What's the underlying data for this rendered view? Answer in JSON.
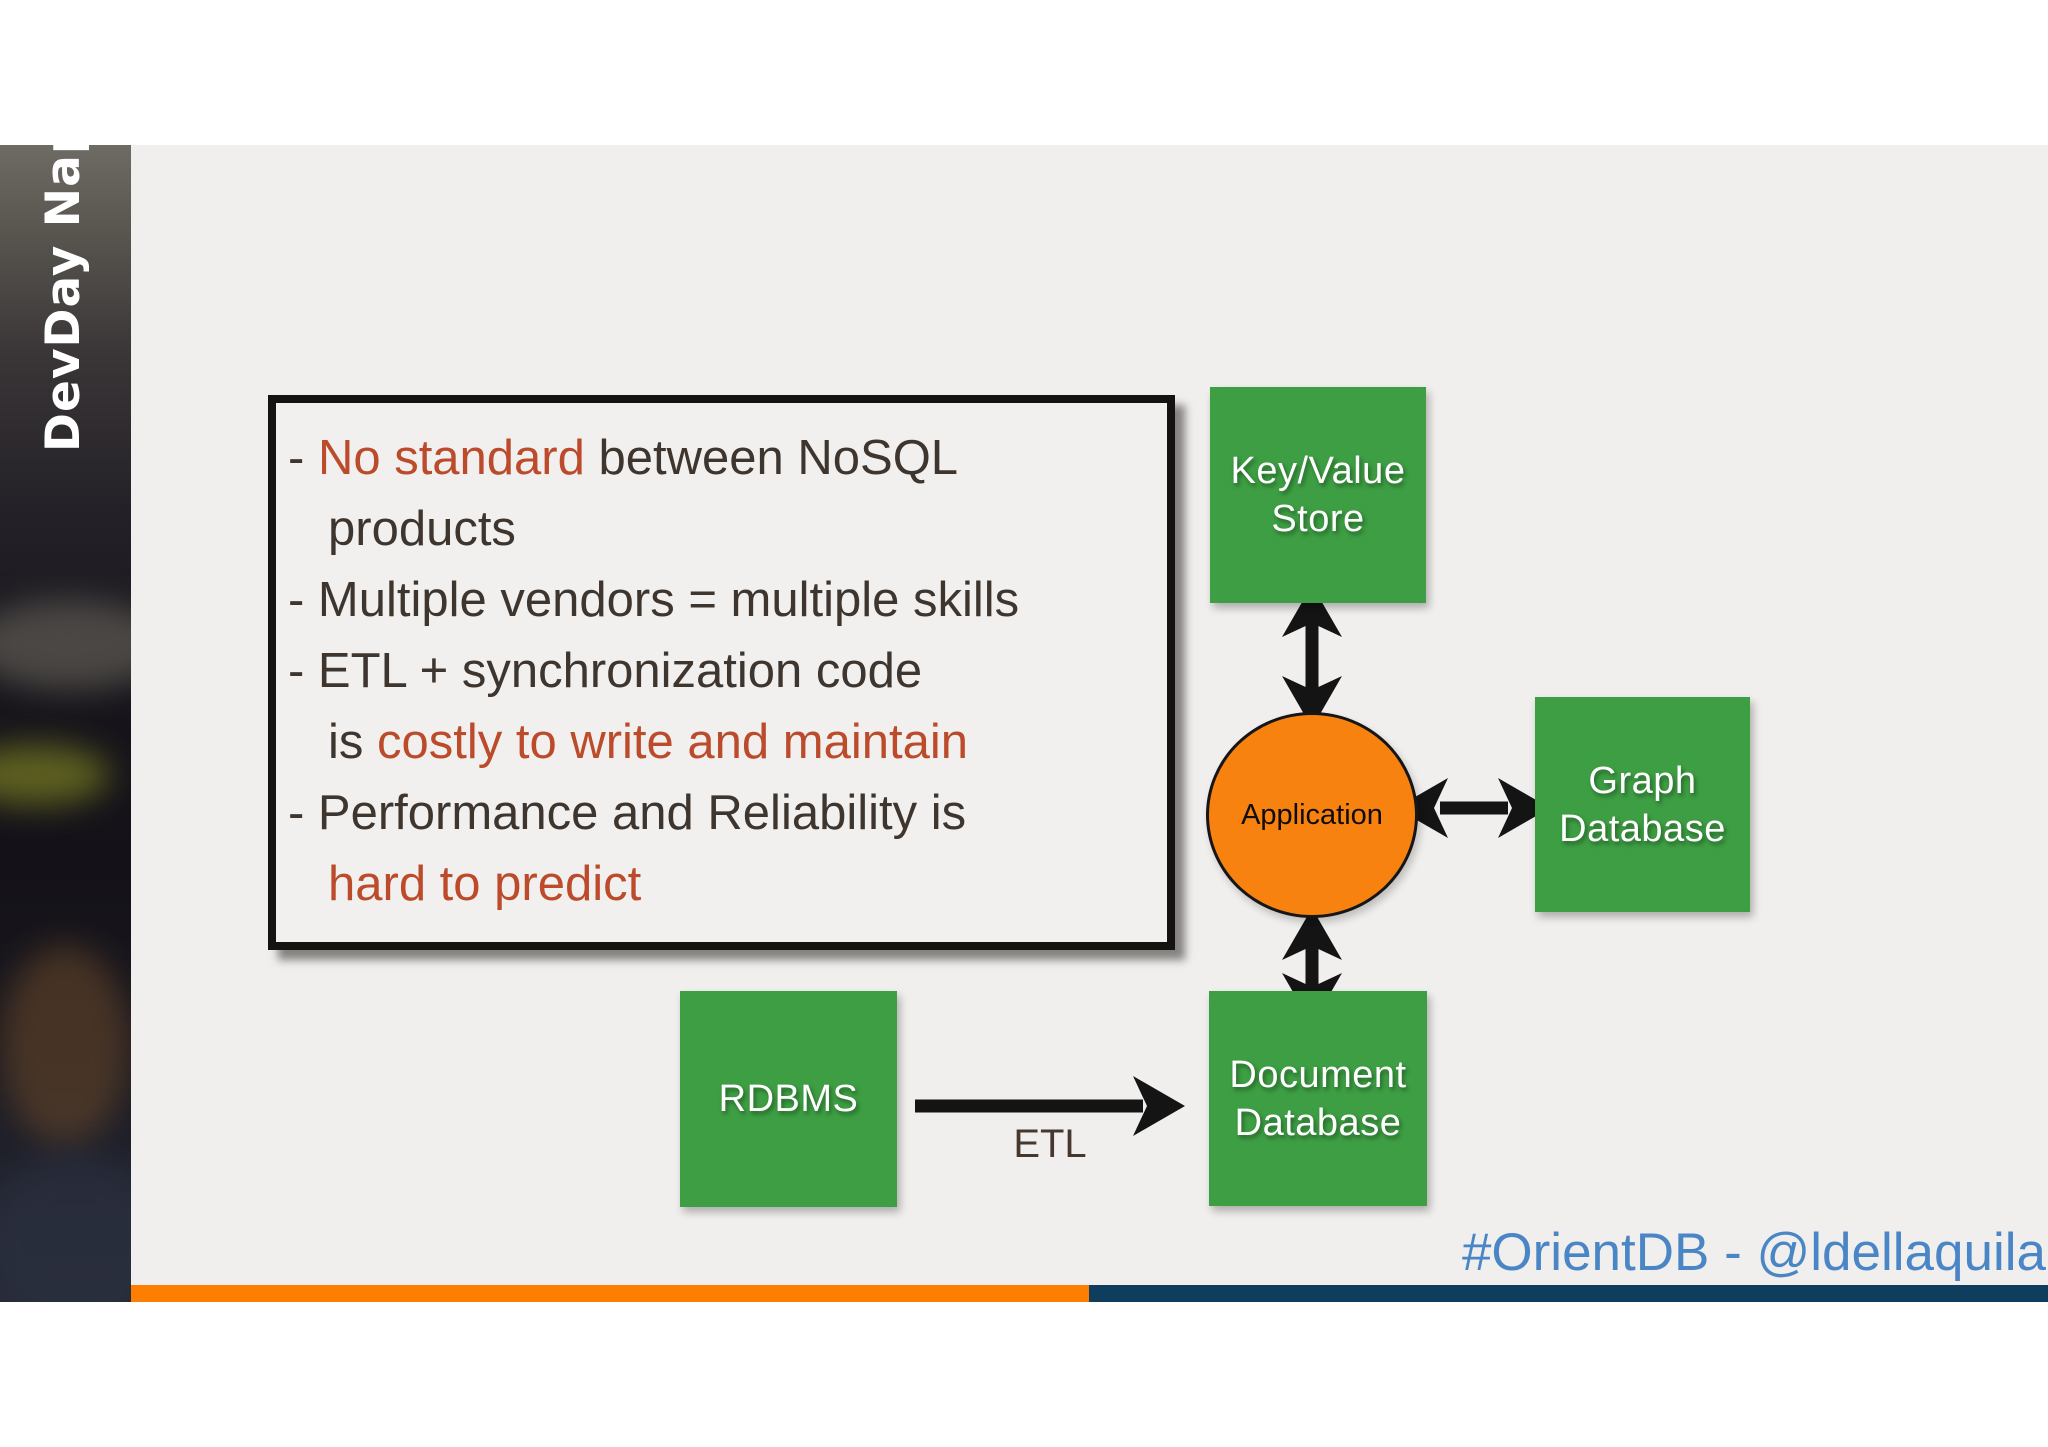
{
  "sidebar": {
    "label": "DevDay Napoli"
  },
  "note_box": {
    "lines": [
      {
        "indent": false,
        "segments": [
          {
            "text": "- ",
            "em": false
          },
          {
            "text": "No standard",
            "em": true
          },
          {
            "text": " between NoSQL",
            "em": false
          }
        ]
      },
      {
        "indent": true,
        "segments": [
          {
            "text": "products",
            "em": false
          }
        ]
      },
      {
        "indent": false,
        "segments": [
          {
            "text": "- Multiple vendors = multiple skills",
            "em": false
          }
        ]
      },
      {
        "indent": false,
        "segments": [
          {
            "text": "- ETL + synchronization code",
            "em": false
          }
        ]
      },
      {
        "indent": true,
        "segments": [
          {
            "text": "is ",
            "em": false
          },
          {
            "text": "costly to write and maintain",
            "em": true
          }
        ]
      },
      {
        "indent": false,
        "segments": [
          {
            "text": "- Performance and Reliability is",
            "em": false
          }
        ]
      },
      {
        "indent": true,
        "segments": [
          {
            "text": "hard to predict",
            "em": true
          }
        ]
      }
    ]
  },
  "diagram": {
    "nodes": {
      "key_value": {
        "label": "Key/Value\nStore"
      },
      "graph": {
        "label": "Graph\nDatabase"
      },
      "document": {
        "label": "Document\nDatabase"
      },
      "rdbms": {
        "label": "RDBMS"
      },
      "application": {
        "label": "Application"
      }
    },
    "edges": [
      {
        "from": "application",
        "to": "key_value",
        "bidirectional": true
      },
      {
        "from": "application",
        "to": "graph",
        "bidirectional": true
      },
      {
        "from": "application",
        "to": "document",
        "bidirectional": true
      },
      {
        "from": "rdbms",
        "to": "document",
        "bidirectional": false,
        "label": "ETL"
      }
    ],
    "edge_label": "ETL"
  },
  "footer": {
    "handle": "#OrientDB - @ldellaquila"
  },
  "colors": {
    "slide_background": "#f0efed",
    "node_green": "#3d9e43",
    "application_orange": "#f8820f",
    "emphasis_red": "#bb4b2b",
    "body_text_dark": "#3e352f",
    "footer_text_blue": "#4a86c6",
    "bar_orange": "#fd7e00",
    "bar_navy": "#0f3d5e",
    "arrow_black": "#141414"
  }
}
